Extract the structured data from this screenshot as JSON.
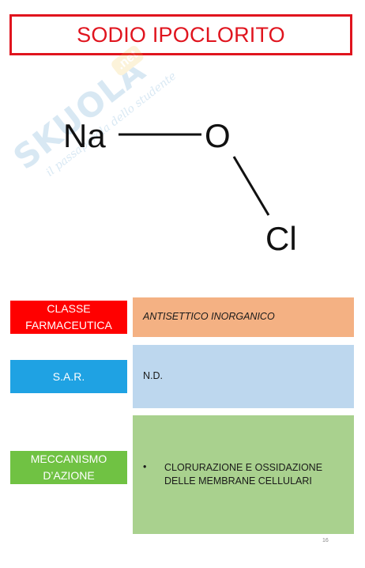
{
  "title": "SODIO IPOCLORITO",
  "watermark": {
    "logo": "SKUOLA",
    "badge": ".net",
    "tagline": "il passaparola dello studente"
  },
  "molecule": {
    "atoms": [
      "Na",
      "O",
      "Cl"
    ]
  },
  "table": {
    "rows": [
      {
        "label": "CLASSE FARMACEUTICA",
        "label_lines": [
          "CLASSE",
          "FARMACEUTICA"
        ],
        "value": "ANTISETTICO INORGANICO",
        "label_color": "#ff0000",
        "value_color": "#f4b183"
      },
      {
        "label": "S.A.R.",
        "label_lines": [
          "S.A.R."
        ],
        "value": "N.D.",
        "label_color": "#1fa2e3",
        "value_color": "#bdd7ee"
      },
      {
        "label": "MECCANISMO D’AZIONE",
        "label_lines": [
          "MECCANISMO",
          "D’AZIONE"
        ],
        "value_bullet": "•",
        "value_lines": [
          "CLORURAZIONE E OSSIDAZIONE",
          "DELLE MEMBRANE CELLULARI"
        ],
        "label_color": "#70c243",
        "value_color": "#a9d18e"
      }
    ]
  },
  "page_number": "16",
  "colors": {
    "title_red": "#e0141e"
  }
}
